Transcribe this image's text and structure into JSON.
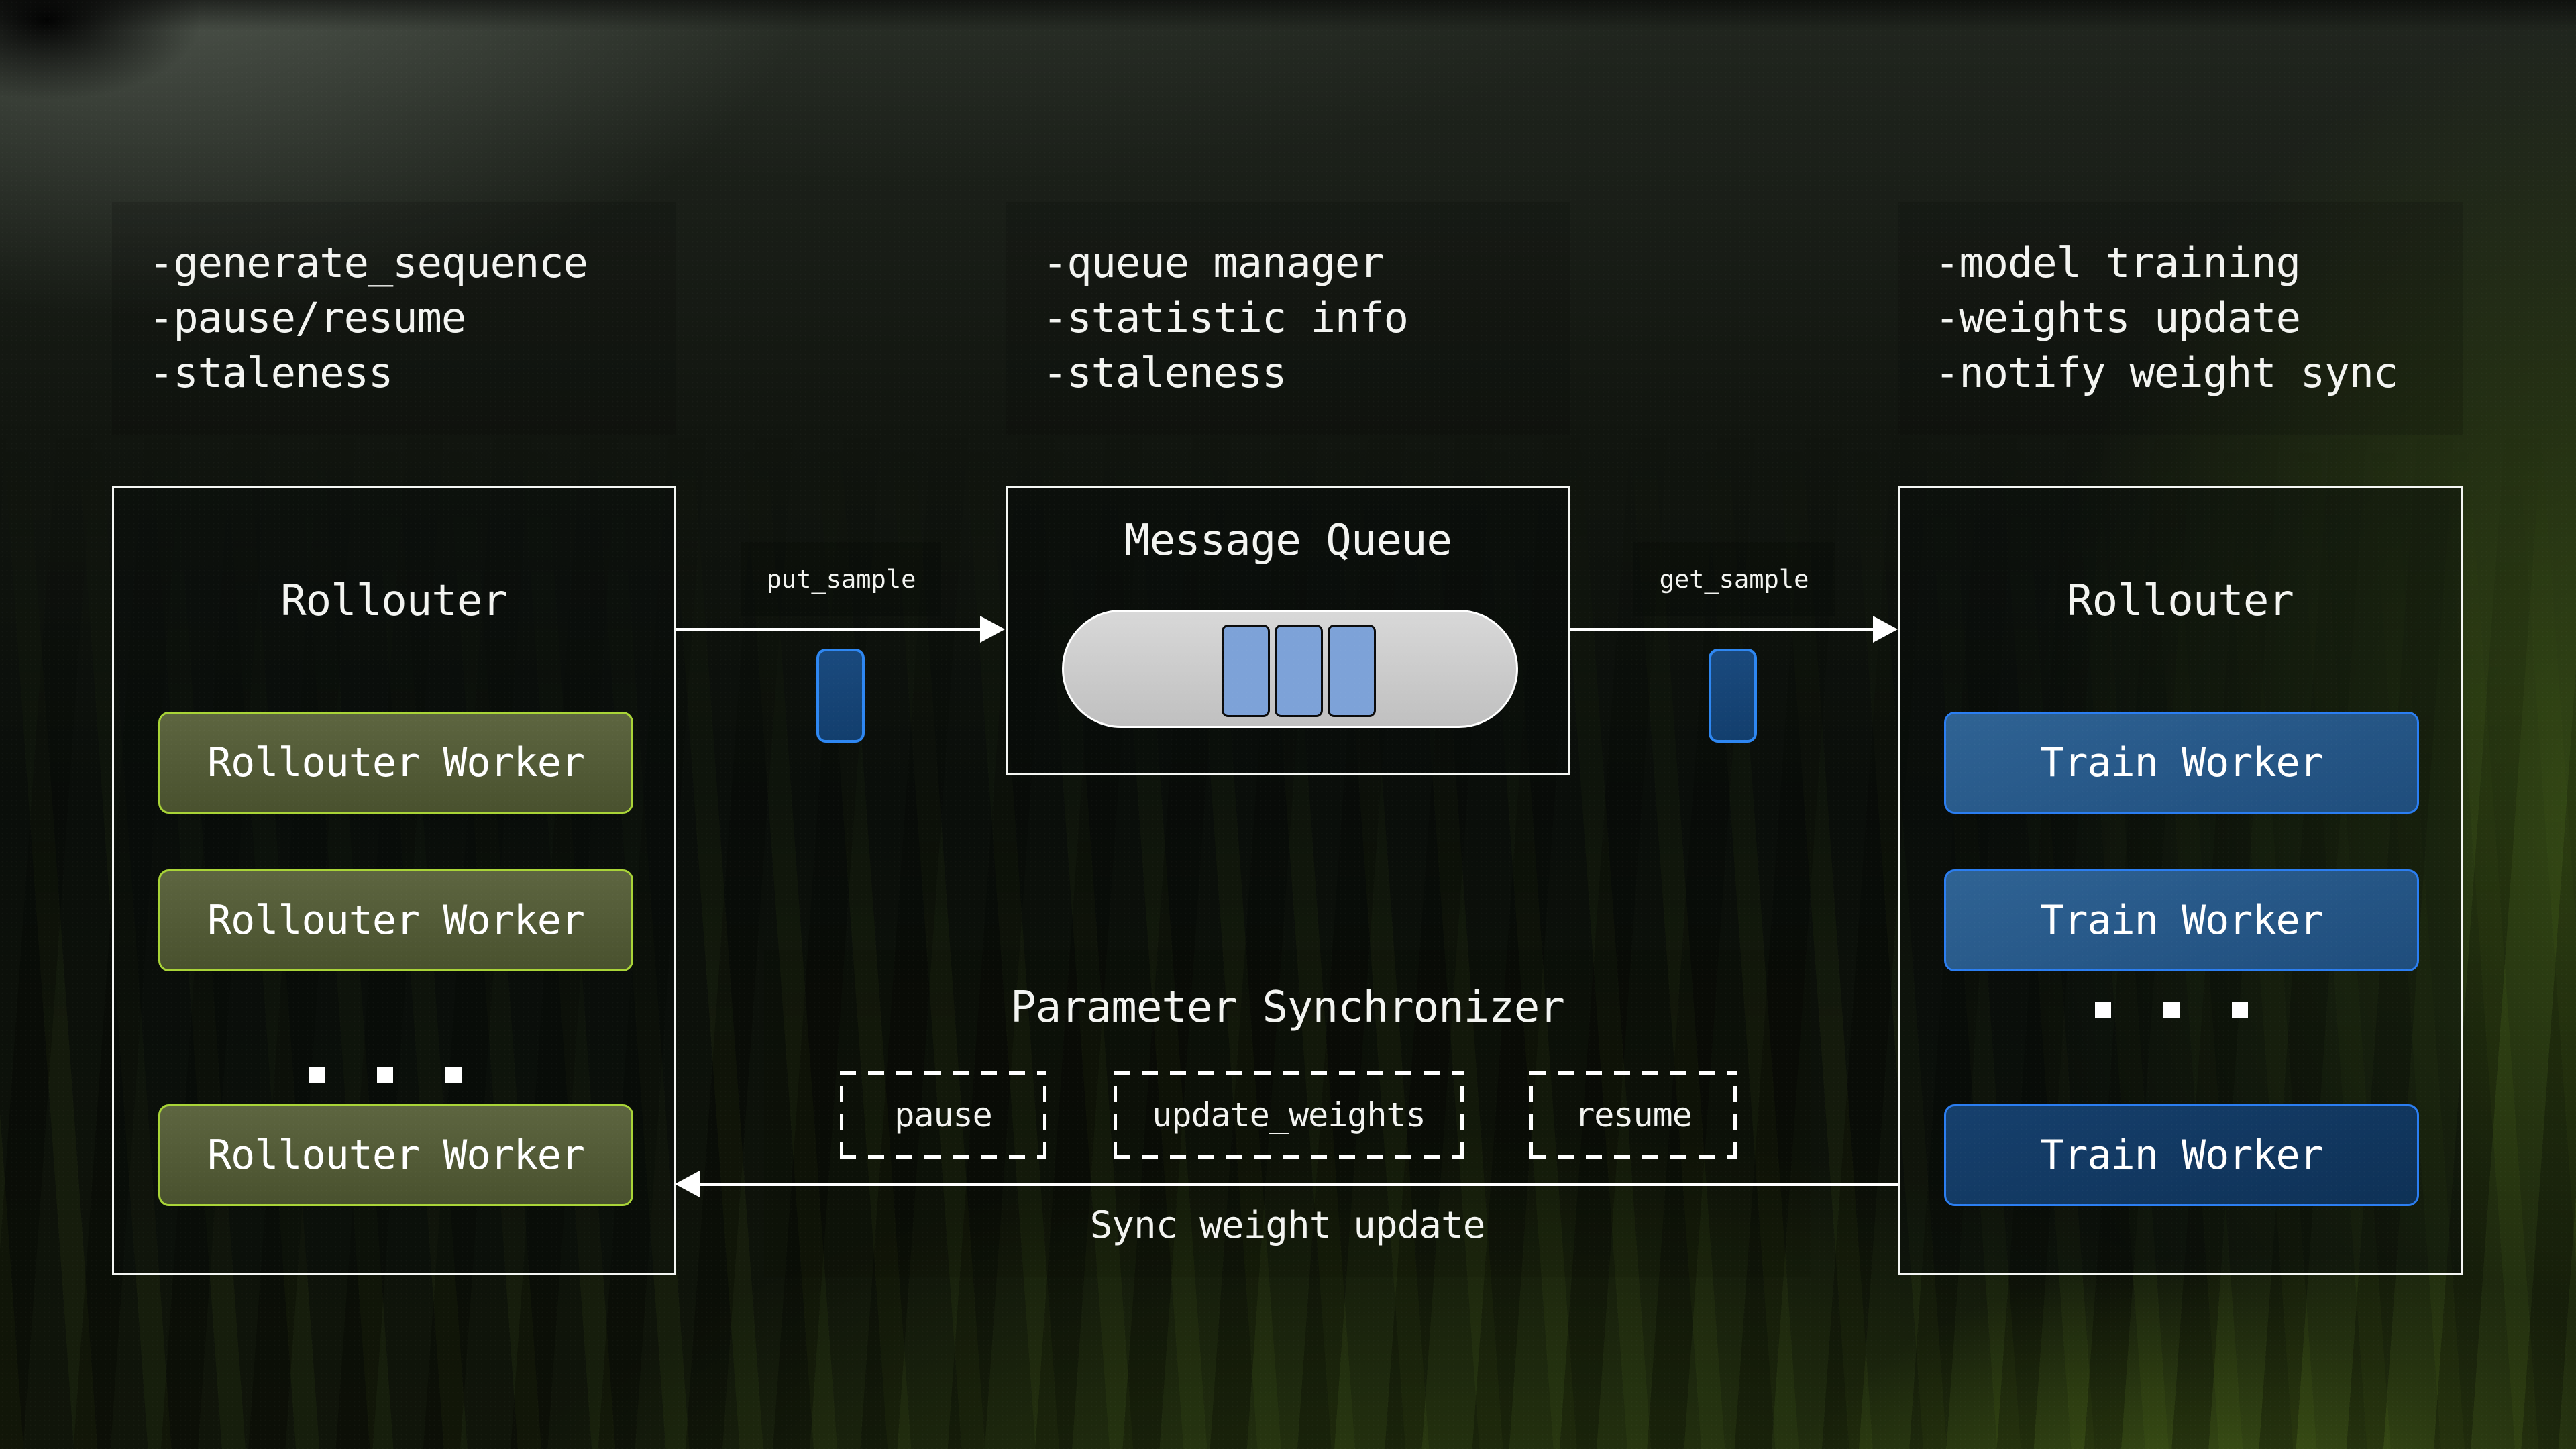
{
  "colors": {
    "text": "#f3f4f1",
    "accent_orange": "#f6941d",
    "panel_border_white": "#f4f6f3",
    "worker_green_fill": "#5d6540",
    "worker_green_border": "#a9d437",
    "train_blue_fill": "#2f6394",
    "train_blue_fill_dark": "#16406d",
    "train_blue_border": "#2b7ef2",
    "token_fill": "#123e6d",
    "token_border": "#2e87f2",
    "queue_capsule_fill": "#cbcbcb",
    "queue_slot_fill": "#7da2d8",
    "background_green": "#4a6b15",
    "background_dark": "#0b0f0b"
  },
  "annotations": {
    "rollouter": {
      "lines": [
        "-generate_sequence",
        "-pause/resume",
        "-staleness"
      ]
    },
    "queue": {
      "lines": [
        "-queue manager",
        "-statistic info",
        "-staleness"
      ]
    },
    "trainer": {
      "lines": [
        "-model training",
        "-weights update",
        "-notify weight sync"
      ]
    }
  },
  "left_panel": {
    "title": "Rollouter",
    "workers": [
      "Rollouter Worker",
      "Rollouter Worker",
      "Rollouter Worker"
    ]
  },
  "right_panel": {
    "title": "Rollouter",
    "workers": [
      "Train Worker",
      "Train Worker",
      "Train Worker"
    ]
  },
  "message_queue": {
    "title": "Message Queue",
    "slot_count": 3
  },
  "flow": {
    "put_label": "put_sample",
    "get_label": "get_sample"
  },
  "synchronizer": {
    "title": "Parameter Synchronizer",
    "ops": [
      "pause",
      "update_weights",
      "resume"
    ],
    "sync_label": "Sync weight update"
  }
}
